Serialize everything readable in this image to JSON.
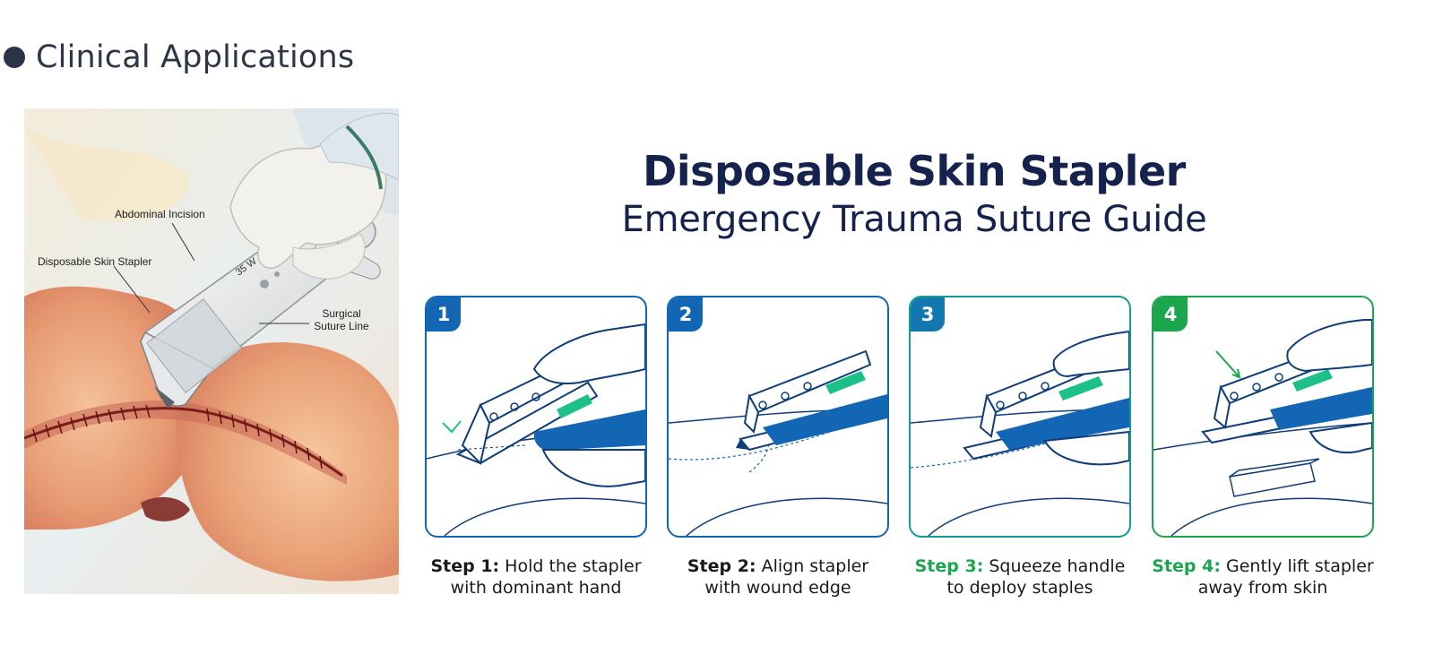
{
  "section": {
    "title": "Clinical Applications",
    "dot_color": "#2b3445"
  },
  "illustration": {
    "labels": {
      "abdominal_incision": "Abdominal Incision",
      "stapler": "Disposable Skin Stapler",
      "suture_line_1": "Surgical",
      "suture_line_2": "Suture Line",
      "device_marking": "35 W"
    }
  },
  "guide": {
    "title": "Disposable Skin Stapler",
    "subtitle": "Emergency Trauma Suture Guide"
  },
  "colors": {
    "navy": "#15224d",
    "blue": "#1266b4",
    "teal": "#139b95",
    "green": "#1ba64e"
  },
  "steps": [
    {
      "number": "1",
      "label": "Step 1:",
      "line1": " Hold the stapler",
      "line2": "with dominant hand",
      "accent": "#1266b4",
      "label_color": "#1a1a1a",
      "border_color": "#1266b4"
    },
    {
      "number": "2",
      "label": "Step 2:",
      "line1": " Align stapler",
      "line2": "with wound edge",
      "accent": "#1266b4",
      "label_color": "#1a1a1a",
      "border_color": "#1266b4"
    },
    {
      "number": "3",
      "label": "Step 3:",
      "line1": " Squeeze handle",
      "line2": "to deploy staples",
      "accent": "#1478b0",
      "label_color": "#1ba64e",
      "border_color": "#139b95"
    },
    {
      "number": "4",
      "label": "Step 4:",
      "line1": " Gently lift stapler",
      "line2": "away from skin",
      "accent": "#1ba64e",
      "label_color": "#1ba64e",
      "border_color": "#1ba64e"
    }
  ]
}
